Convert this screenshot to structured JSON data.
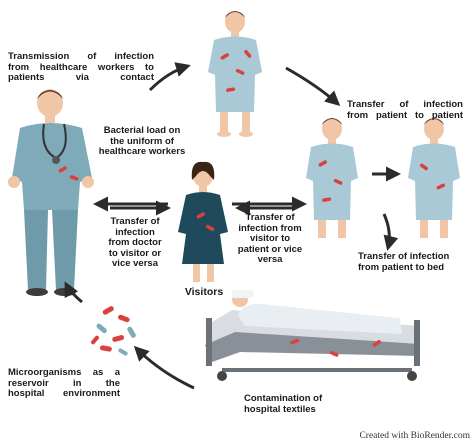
{
  "labels": {
    "hcw_to_patient": "Transmission of infection\nfrom healthcare workers to\npatients via contact",
    "patient_to_patient": "Transfer of infection\nfrom patient to patient",
    "bacterial_load": "Bacterial load on\nthe uniform of\nhealthcare workers",
    "doctor_visitor": "Transfer of\ninfection\nfrom doctor\nto visitor or\nvice versa",
    "visitor_patient": "Transfer of\ninfection from\nvisitor to\npatient or vice\nversa",
    "visitors": "Visitors",
    "patient_bed": "Transfer of infection\nfrom patient to bed",
    "microorganisms": "Microorganisms as a\nreservoir in the\nhospital environment",
    "textiles": "Contamination of\nhospital textiles"
  },
  "credit": "Created with BioRender.com",
  "colors": {
    "gown": "#a9c9d6",
    "scrubs": "#7eaab9",
    "skin": "#f1c6a6",
    "hair": "#5a3b2a",
    "visitor": "#1f4a5c",
    "bacteria": "#d9413d",
    "arrow": "#2b2b2b",
    "bed_frame": "#8a9097"
  }
}
